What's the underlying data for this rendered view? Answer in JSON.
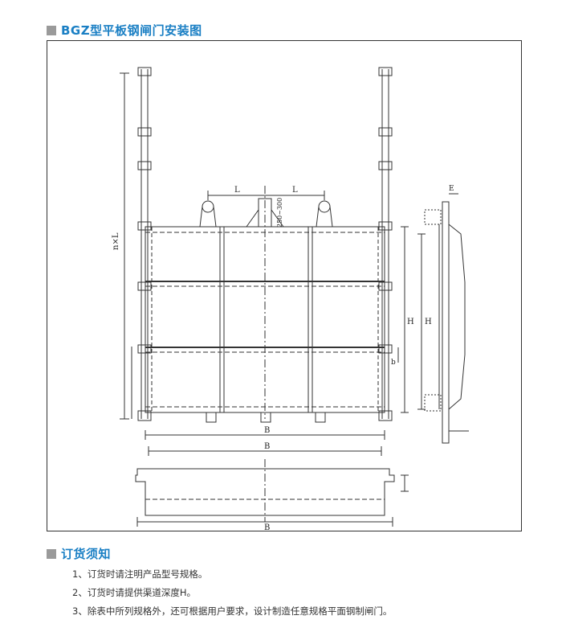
{
  "header": {
    "title": "BGZ型平板钢闸门安装图"
  },
  "notes_section": {
    "title": "订货须知",
    "items": [
      "1、订货时请注明产品型号规格。",
      "2、订货时请提供渠道深度H。",
      "3、除表中所列规格外，还可根据用户要求，设计制造任意规格平面钢制闸门。"
    ]
  },
  "drawing": {
    "dim_nxl": "n×L",
    "dim_l_left": "L",
    "dim_l_right": "L",
    "dim_range": "250~300",
    "dim_h_main": "H",
    "dim_b_small": "b",
    "dim_h_side": "H",
    "dim_e": "E",
    "dim_b1": "B",
    "dim_b2": "B",
    "dim_b3": "B"
  },
  "colors": {
    "accent": "#1a7fc4",
    "square": "#9a9a9a",
    "line": "#333333"
  }
}
